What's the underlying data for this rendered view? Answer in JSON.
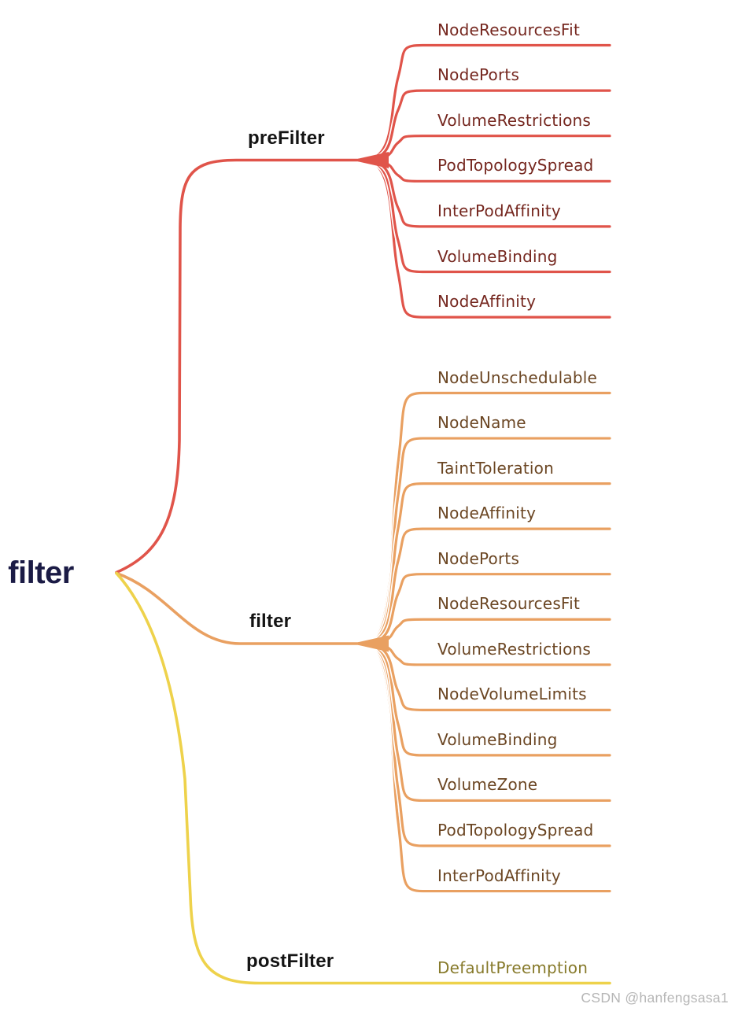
{
  "root": {
    "label": "filter",
    "color": "#1B1B45"
  },
  "watermark": {
    "text": "CSDN @hanfengsasa1",
    "color": "#B6B6B6"
  },
  "branches": [
    {
      "id": "preFilter",
      "label": "preFilter",
      "line_color": "#E0544A",
      "text_color": "#75271F",
      "leaves": [
        "NodeResourcesFit",
        "NodePorts",
        "VolumeRestrictions",
        "PodTopologySpread",
        "InterPodAffinity",
        "VolumeBinding",
        "NodeAffinity"
      ]
    },
    {
      "id": "filter",
      "label": "filter",
      "line_color": "#E9A061",
      "text_color": "#6B4623",
      "leaves": [
        "NodeUnschedulable",
        "NodeName",
        "TaintToleration",
        "NodeAffinity",
        "NodePorts",
        "NodeResourcesFit",
        "VolumeRestrictions",
        "NodeVolumeLimits",
        "VolumeBinding",
        "VolumeZone",
        "PodTopologySpread",
        "InterPodAffinity"
      ]
    },
    {
      "id": "postFilter",
      "label": "postFilter",
      "line_color": "#EED24B",
      "text_color": "#877A2B",
      "leaves": [
        "DefaultPreemption"
      ]
    }
  ]
}
